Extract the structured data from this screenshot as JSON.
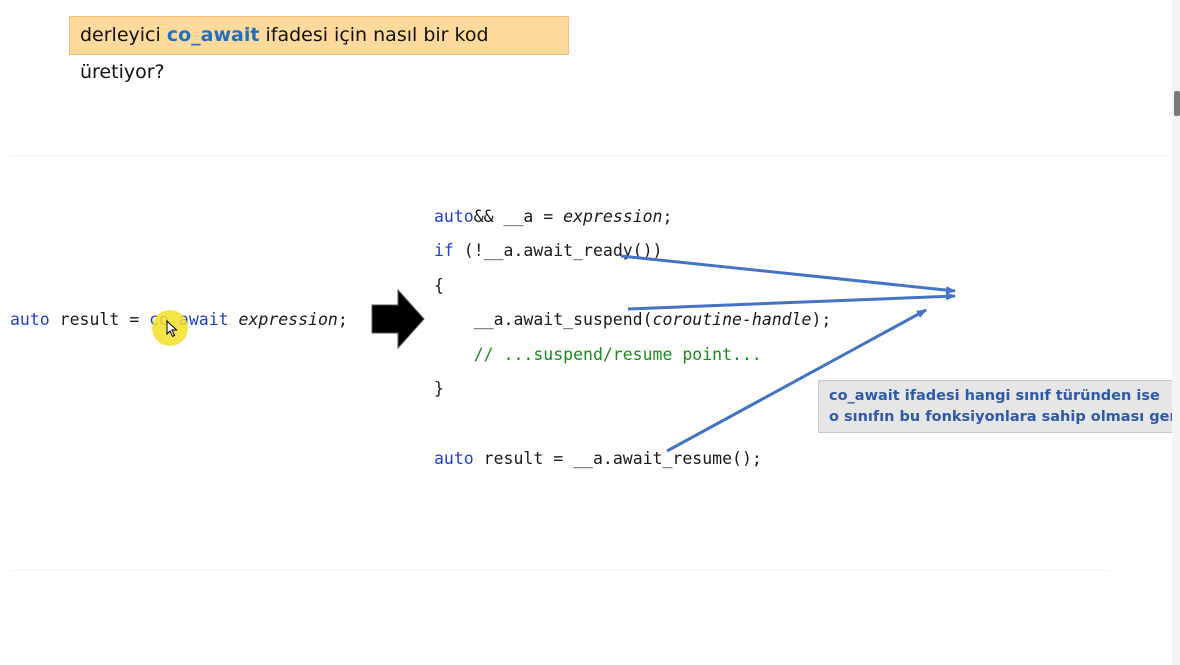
{
  "title": {
    "prefix": "derleyici ",
    "keyword": "co_await",
    "suffix": " ifadesi için nasıl bir kod üretiyor?"
  },
  "left_code": {
    "kw": "auto",
    "text": " result = ",
    "op": "co_await",
    "expr": " expression",
    "end": ";"
  },
  "code_lines": {
    "l1_kw": "auto",
    "l1_rest": "&& __a = ",
    "l1_expr": "expression",
    "l1_end": ";",
    "l2_kw": "if",
    "l2_rest": " (!__a.await_ready())",
    "l3": "{",
    "l4_pre": "    __a.await_suspend(",
    "l4_ital": "coroutine-handle",
    "l4_end": ");",
    "l5": "    // ...suspend/resume point...",
    "l6": "}",
    "l8_kw": "auto",
    "l8_rest": " result = __a.await_resume();"
  },
  "note": {
    "line1": "co_await ifadesi hangi sınıf türünden ise",
    "line2": "o sınıfın bu fonksiyonlara sahip olması gerekiyor"
  },
  "colors": {
    "title_bg": "#fdd99b",
    "keyword": "#1f6fbf",
    "arrow": "#4472c4",
    "note_text": "#2e58a8"
  },
  "icons": [
    "mouse-cursor-icon",
    "right-arrow-icon"
  ]
}
